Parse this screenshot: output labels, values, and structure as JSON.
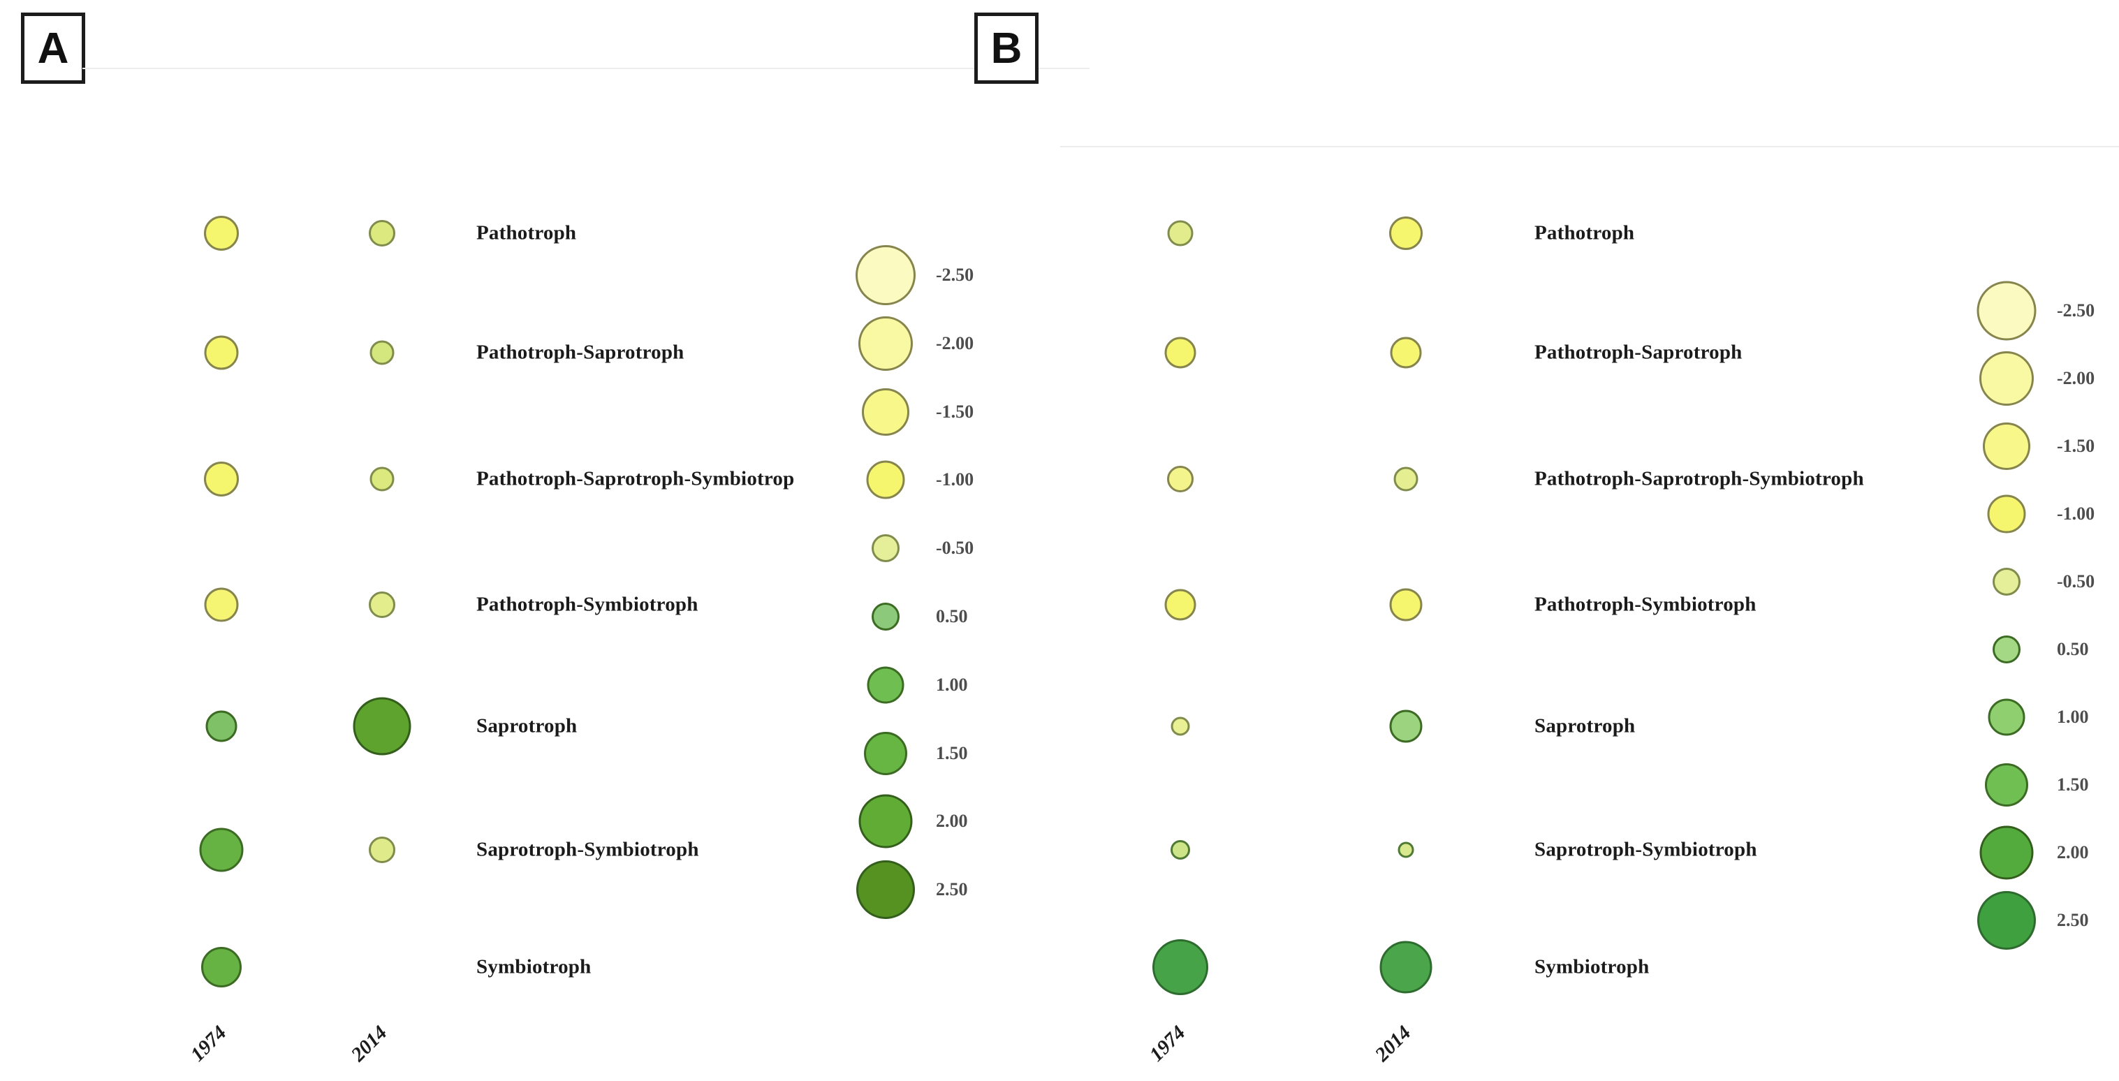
{
  "figure": {
    "description": "Two-panel bubble chart of fungal trophic modes in 1974 vs 2014; bubble size = magnitude, color = yellow (negative) to green (positive)"
  },
  "panels": [
    {
      "id": "A",
      "label": "A",
      "columns": [
        "1974",
        "2014"
      ],
      "rows": [
        {
          "label": "Pathotroph",
          "bubbles": [
            {
              "year": "1974",
              "value": -1.0,
              "d": 50,
              "fill": "#F6F66E",
              "stroke": "#85854D"
            },
            {
              "year": "2014",
              "value": -0.5,
              "d": 38,
              "fill": "#DBE97E",
              "stroke": "#7F8C4B"
            }
          ]
        },
        {
          "label": "Pathotroph-Saprotroph",
          "bubbles": [
            {
              "year": "1974",
              "value": -1.0,
              "d": 49,
              "fill": "#F6F66E",
              "stroke": "#85854D"
            },
            {
              "year": "2014",
              "value": -0.5,
              "d": 35,
              "fill": "#D4E67E",
              "stroke": "#7F8C4B"
            }
          ]
        },
        {
          "label": "Pathotroph-Saprotroph-Symbiotrop",
          "bubbles": [
            {
              "year": "1974",
              "value": -1.0,
              "d": 50,
              "fill": "#F6F66E",
              "stroke": "#85854D"
            },
            {
              "year": "2014",
              "value": -0.5,
              "d": 35,
              "fill": "#DBE97E",
              "stroke": "#7F8C4B"
            }
          ]
        },
        {
          "label": "Pathotroph-Symbiotroph",
          "bubbles": [
            {
              "year": "1974",
              "value": -1.0,
              "d": 49,
              "fill": "#F5F573",
              "stroke": "#85854D"
            },
            {
              "year": "2014",
              "value": -0.5,
              "d": 38,
              "fill": "#E3ED8C",
              "stroke": "#7F8C4B"
            }
          ]
        },
        {
          "label": "Saprotroph",
          "bubbles": [
            {
              "year": "1974",
              "value": 0.5,
              "d": 45,
              "fill": "#7FC167",
              "stroke": "#3C6B24"
            },
            {
              "year": "2014",
              "value": 2.0,
              "d": 83,
              "fill": "#5FA32F",
              "stroke": "#335E1C"
            }
          ]
        },
        {
          "label": "Saprotroph-Symbiotroph",
          "bubbles": [
            {
              "year": "1974",
              "value": 1.5,
              "d": 63,
              "fill": "#66B243",
              "stroke": "#3C6B24"
            },
            {
              "year": "2014",
              "value": -0.5,
              "d": 38,
              "fill": "#DFEB8A",
              "stroke": "#7F8C4B"
            }
          ]
        },
        {
          "label": "Symbiotroph",
          "bubbles": [
            {
              "year": "1974",
              "value": 1.0,
              "d": 58,
              "fill": "#66B243",
              "stroke": "#3C6B24"
            },
            null
          ]
        }
      ],
      "legend": [
        {
          "label": "-2.50",
          "value": -2.5,
          "d": 86,
          "fill": "#FBFBC1",
          "stroke": "#85854D"
        },
        {
          "label": "-2.00",
          "value": -2.0,
          "d": 78,
          "fill": "#F9F9A4",
          "stroke": "#85854D"
        },
        {
          "label": "-1.50",
          "value": -1.5,
          "d": 68,
          "fill": "#F8F88A",
          "stroke": "#85854D"
        },
        {
          "label": "-1.00",
          "value": -1.0,
          "d": 55,
          "fill": "#F6F66E",
          "stroke": "#85854D"
        },
        {
          "label": "-0.50",
          "value": -0.5,
          "d": 40,
          "fill": "#E5EF9A",
          "stroke": "#7F8C4B"
        },
        {
          "label": "0.50",
          "value": 0.5,
          "d": 40,
          "fill": "#8CC97A",
          "stroke": "#3C6B24"
        },
        {
          "label": "1.00",
          "value": 1.0,
          "d": 53,
          "fill": "#6FBE52",
          "stroke": "#3C6B24"
        },
        {
          "label": "1.50",
          "value": 1.5,
          "d": 62,
          "fill": "#67B643",
          "stroke": "#3C6B24"
        },
        {
          "label": "2.00",
          "value": 2.0,
          "d": 77,
          "fill": "#60AC34",
          "stroke": "#335E1C"
        },
        {
          "label": "2.50",
          "value": 2.5,
          "d": 84,
          "fill": "#559222",
          "stroke": "#335E1C"
        }
      ]
    },
    {
      "id": "B",
      "label": "B",
      "columns": [
        "1974",
        "2014"
      ],
      "rows": [
        {
          "label": "Pathotroph",
          "bubbles": [
            {
              "year": "1974",
              "value": -0.5,
              "d": 37,
              "fill": "#E2EC8C",
              "stroke": "#7F8C4B"
            },
            {
              "year": "2014",
              "value": -1.0,
              "d": 48,
              "fill": "#F6F66E",
              "stroke": "#85854D"
            }
          ]
        },
        {
          "label": "Pathotroph-Saprotroph",
          "bubbles": [
            {
              "year": "1974",
              "value": -1.0,
              "d": 45,
              "fill": "#F6F66E",
              "stroke": "#85854D"
            },
            {
              "year": "2014",
              "value": -1.0,
              "d": 45,
              "fill": "#F6F670",
              "stroke": "#85854D"
            }
          ]
        },
        {
          "label": "Pathotroph-Saprotroph-Symbiotroph",
          "bubbles": [
            {
              "year": "1974",
              "value": -0.5,
              "d": 38,
              "fill": "#F3F48C",
              "stroke": "#85854D"
            },
            {
              "year": "2014",
              "value": -0.5,
              "d": 35,
              "fill": "#E6EE92",
              "stroke": "#7F8C4B"
            }
          ]
        },
        {
          "label": "Pathotroph-Symbiotroph",
          "bubbles": [
            {
              "year": "1974",
              "value": -1.0,
              "d": 45,
              "fill": "#F6F66E",
              "stroke": "#85854D"
            },
            {
              "year": "2014",
              "value": -1.0,
              "d": 47,
              "fill": "#F6F66E",
              "stroke": "#85854D"
            }
          ]
        },
        {
          "label": "Saprotroph",
          "bubbles": [
            {
              "year": "1974",
              "value": -0.25,
              "d": 27,
              "fill": "#EAF094",
              "stroke": "#7F8C4B"
            },
            {
              "year": "2014",
              "value": 1.0,
              "d": 47,
              "fill": "#9CD37E",
              "stroke": "#3C6B24"
            }
          ]
        },
        {
          "label": "Saprotroph-Symbiotroph",
          "bubbles": [
            {
              "year": "1974",
              "value": 0.25,
              "d": 28,
              "fill": "#CDE489",
              "stroke": "#4E7A34"
            },
            {
              "year": "2014",
              "value": 0.25,
              "d": 23,
              "fill": "#D9E88E",
              "stroke": "#4E7A34"
            }
          ]
        },
        {
          "label": "Symbiotroph",
          "bubbles": [
            {
              "year": "1974",
              "value": 2.0,
              "d": 80,
              "fill": "#47A347",
              "stroke": "#2E6B2E"
            },
            {
              "year": "2014",
              "value": 1.5,
              "d": 75,
              "fill": "#4BA54B",
              "stroke": "#2E6B2E"
            }
          ]
        }
      ],
      "legend": [
        {
          "label": "-2.50",
          "value": -2.5,
          "d": 85,
          "fill": "#FBFBC1",
          "stroke": "#85854D"
        },
        {
          "label": "-2.00",
          "value": -2.0,
          "d": 78,
          "fill": "#F9F9A4",
          "stroke": "#85854D"
        },
        {
          "label": "-1.50",
          "value": -1.5,
          "d": 68,
          "fill": "#F8F88A",
          "stroke": "#85854D"
        },
        {
          "label": "-1.00",
          "value": -1.0,
          "d": 55,
          "fill": "#F6F66E",
          "stroke": "#85854D"
        },
        {
          "label": "-0.50",
          "value": -0.5,
          "d": 40,
          "fill": "#E5EF9A",
          "stroke": "#7F8C4B"
        },
        {
          "label": "0.50",
          "value": 0.5,
          "d": 40,
          "fill": "#A5D884",
          "stroke": "#3C6B24"
        },
        {
          "label": "1.00",
          "value": 1.0,
          "d": 53,
          "fill": "#8FCF70",
          "stroke": "#3C6B24"
        },
        {
          "label": "1.50",
          "value": 1.5,
          "d": 62,
          "fill": "#6FBF53",
          "stroke": "#3C6B24"
        },
        {
          "label": "2.00",
          "value": 2.0,
          "d": 77,
          "fill": "#53AB3E",
          "stroke": "#335E1C"
        },
        {
          "label": "2.50",
          "value": 2.5,
          "d": 84,
          "fill": "#3FA03F",
          "stroke": "#2E6B2E"
        }
      ]
    }
  ],
  "chart_data": [
    {
      "type": "scatter",
      "title": "A",
      "categories": [
        "Pathotroph",
        "Pathotroph-Saprotroph",
        "Pathotroph-Saprotroph-Symbiotrop",
        "Pathotroph-Symbiotroph",
        "Saprotroph",
        "Saprotroph-Symbiotroph",
        "Symbiotroph"
      ],
      "x": [
        "1974",
        "2014"
      ],
      "series": [
        {
          "name": "1974",
          "values": [
            -1.0,
            -1.0,
            -1.0,
            -1.0,
            0.5,
            1.5,
            1.0
          ]
        },
        {
          "name": "2014",
          "values": [
            -0.5,
            -0.5,
            -0.5,
            -0.5,
            2.0,
            -0.5,
            null
          ]
        }
      ],
      "legend_entries": [
        "-2.50",
        "-2.00",
        "-1.50",
        "-1.00",
        "-0.50",
        "0.50",
        "1.00",
        "1.50",
        "2.00",
        "2.50"
      ],
      "legend_position": "right",
      "encoding": "bubble size = |value|; color ramp pale yellow (negative) to dark green (positive)",
      "grid": false
    },
    {
      "type": "scatter",
      "title": "B",
      "categories": [
        "Pathotroph",
        "Pathotroph-Saprotroph",
        "Pathotroph-Saprotroph-Symbiotroph",
        "Pathotroph-Symbiotroph",
        "Saprotroph",
        "Saprotroph-Symbiotroph",
        "Symbiotroph"
      ],
      "x": [
        "1974",
        "2014"
      ],
      "series": [
        {
          "name": "1974",
          "values": [
            -0.5,
            -1.0,
            -0.5,
            -1.0,
            -0.25,
            0.25,
            2.0
          ]
        },
        {
          "name": "2014",
          "values": [
            -1.0,
            -1.0,
            -0.5,
            -1.0,
            1.0,
            0.25,
            1.5
          ]
        }
      ],
      "legend_entries": [
        "-2.50",
        "-2.00",
        "-1.50",
        "-1.00",
        "-0.50",
        "0.50",
        "1.00",
        "1.50",
        "2.00",
        "2.50"
      ],
      "legend_position": "right",
      "encoding": "bubble size = |value|; color ramp pale yellow (negative) to dark green (positive)",
      "grid": false
    }
  ]
}
